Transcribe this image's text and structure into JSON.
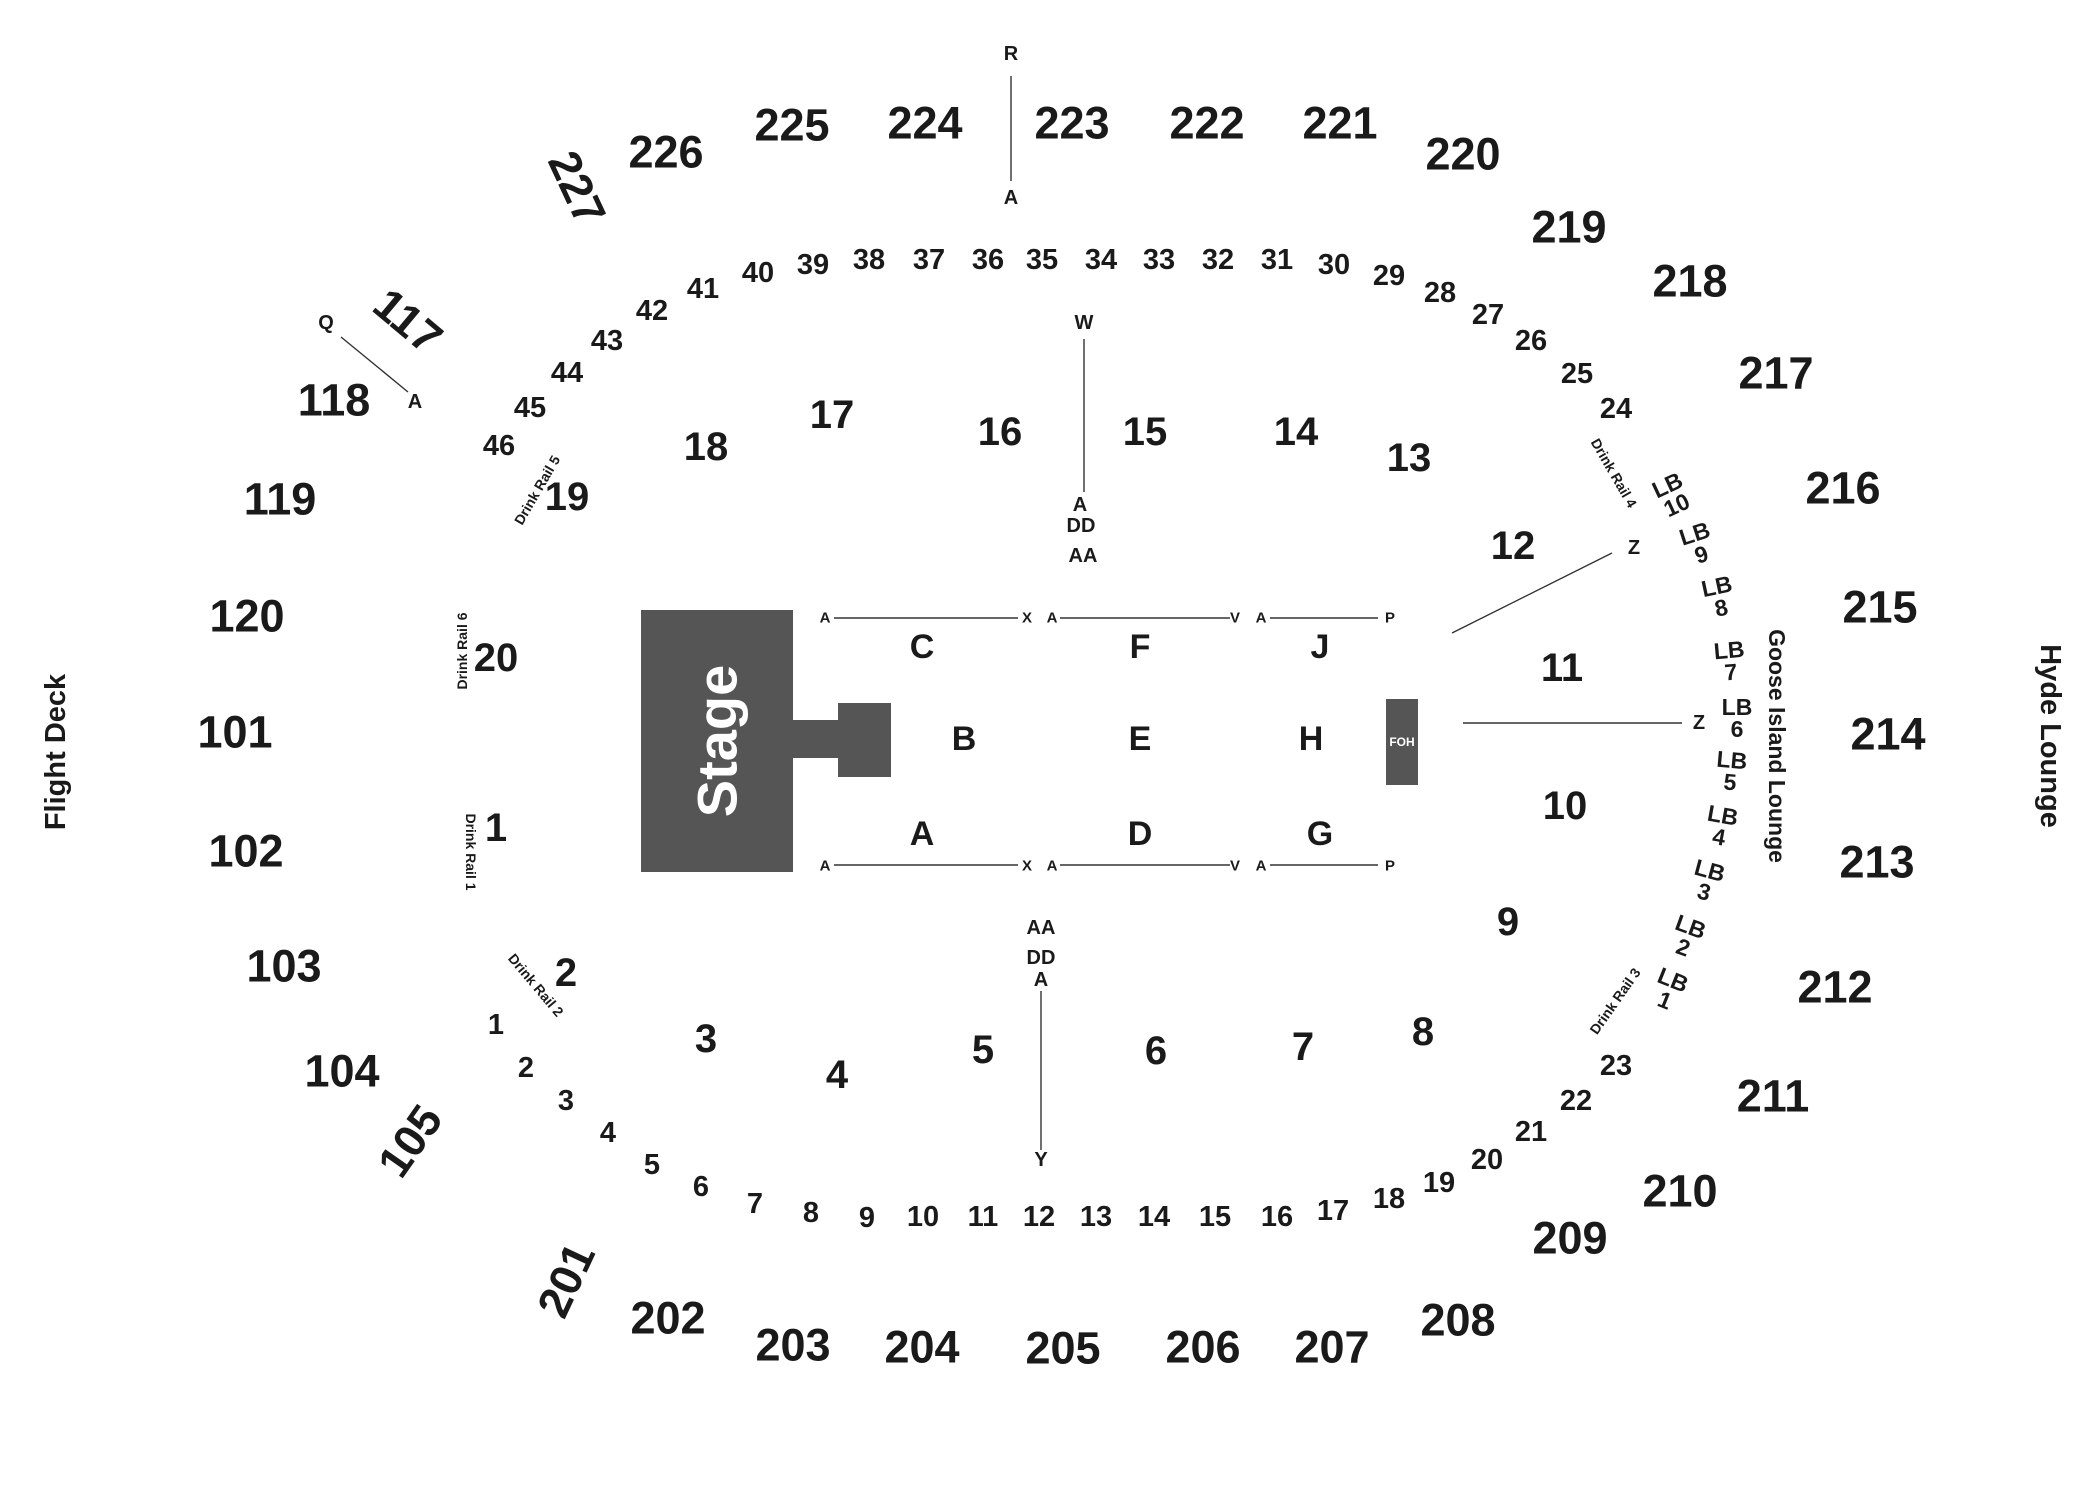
{
  "stage_label": "Stage",
  "foh_label": "FOH",
  "side_labels": {
    "left": "Flight Deck",
    "right": "Hyde Lounge",
    "lounge": "Goose Island Lounge"
  },
  "colors": {
    "stage": "#555555",
    "ink": "#1a1a1a",
    "background": "#ffffff"
  },
  "sections": {
    "upper": [
      "201",
      "202",
      "203",
      "204",
      "205",
      "206",
      "207",
      "208",
      "209",
      "210",
      "211",
      "212",
      "213",
      "214",
      "215",
      "216",
      "217",
      "218",
      "219",
      "220",
      "221",
      "222",
      "223",
      "224",
      "225",
      "226",
      "227"
    ],
    "lower": [
      "101",
      "102",
      "103",
      "104",
      "105",
      "117",
      "118",
      "119",
      "120"
    ],
    "bowl_numbers_bottom": [
      "1",
      "2",
      "3",
      "4",
      "5",
      "6",
      "7",
      "8",
      "9",
      "10",
      "11",
      "12",
      "13",
      "14",
      "15",
      "16",
      "17",
      "18",
      "19",
      "20",
      "21",
      "22",
      "23"
    ],
    "bowl_numbers_top": [
      "24",
      "25",
      "26",
      "27",
      "28",
      "29",
      "30",
      "31",
      "32",
      "33",
      "34",
      "35",
      "36",
      "37",
      "38",
      "39",
      "40",
      "41",
      "42",
      "43",
      "44",
      "45",
      "46"
    ],
    "floor_outer": [
      "1",
      "2",
      "3",
      "4",
      "5",
      "6",
      "7",
      "8",
      "9",
      "10",
      "11",
      "12",
      "13",
      "14",
      "15",
      "16",
      "17",
      "18",
      "19",
      "20"
    ],
    "floor_center": [
      "A",
      "B",
      "C",
      "D",
      "E",
      "F",
      "G",
      "H",
      "J"
    ]
  },
  "drink_rails": [
    "Drink Rail 1",
    "Drink Rail 2",
    "Drink Rail 3",
    "Drink Rail 4",
    "Drink Rail 5",
    "Drink Rail 6"
  ],
  "lounge_boxes": {
    "prefix": "LB",
    "numbers": [
      "1",
      "2",
      "3",
      "4",
      "5",
      "6",
      "7",
      "8",
      "9",
      "10"
    ]
  },
  "row_markers": {
    "r": "R",
    "a": "A",
    "q": "Q",
    "w": "W",
    "dd": "DD",
    "aa": "AA",
    "x": "X",
    "v": "V",
    "p": "P",
    "z": "Z",
    "y": "Y"
  }
}
